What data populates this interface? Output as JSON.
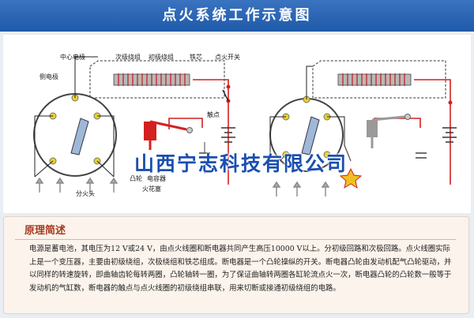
{
  "title": "点火系统工作示意图",
  "labels": {
    "center_electrode": "中心电极",
    "secondary_coil": "次级绕组",
    "primary_coil": "初级绕组",
    "iron_core": "铁芯",
    "ignition_switch": "点火开关",
    "side_electrode": "侧电极",
    "contact": "触点",
    "cam": "凸轮",
    "capacitor": "电容器",
    "spark_plug": "火花塞",
    "rotor": "分火头"
  },
  "watermark": "山西宁志科技有限公司",
  "principle": {
    "heading": "原理简述",
    "body": "电源是蓄电池，其电压为12 V或24 V，由点火线圈和断电器共同产生高压10000 V以上。分初级回路和次极回路。点火线圈实际上是一个变压器，主要由初级绕组，次极绕组和铁芯组成。断电器是一个凸轮操纵的开关。断电器凸轮由发动机配气凸轮驱动，并以同样的转速旋转，即曲轴齿轮每转两圈，凸轮轴转一圈，为了保证曲轴转两圈各缸轮流点火一次，断电器凸轮的凸轮数一般等于发动机的气缸数，断电器的触点与点火线圈的初级绕组串联，用来切断或接通初级绕组的电路。"
  },
  "colors": {
    "title_bar": "#1f5aa8",
    "heading": "#a63a1e",
    "wire_red": "#d42020",
    "watermark": "#1a4fb0"
  }
}
